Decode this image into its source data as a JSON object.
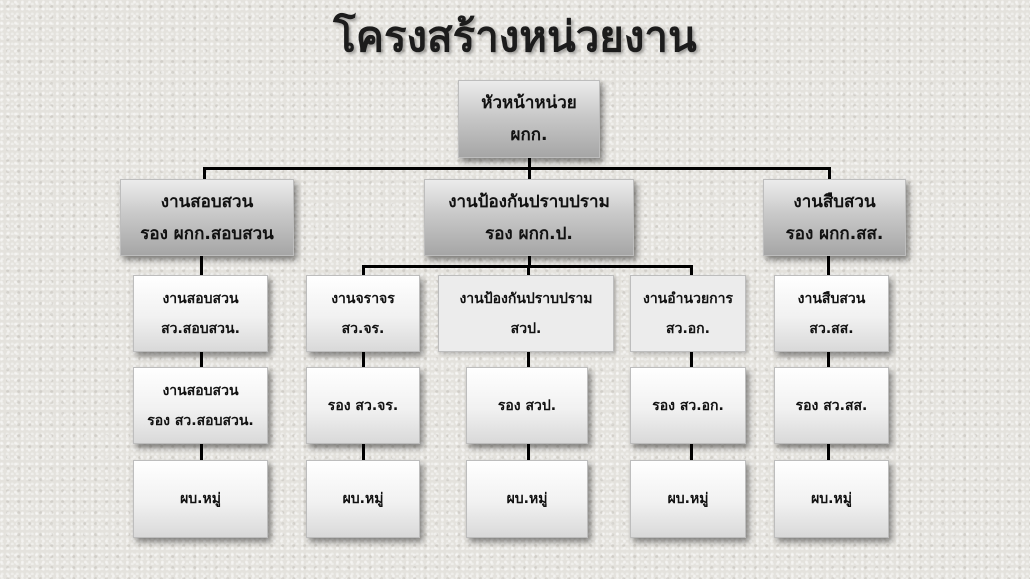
{
  "title": "โครงสร้างหน่วยงาน",
  "top": {
    "line1": "หัวหน้าหน่วย",
    "line2": "ผกก."
  },
  "branches": [
    {
      "line1": "งานสอบสวน",
      "line2": "รอง ผกก.สอบสวน"
    },
    {
      "line1": "งานป้องกันปราบปราม",
      "line2": "รอง ผกก.ป."
    },
    {
      "line1": "งานสืบสวน",
      "line2": "รอง ผกก.สส."
    }
  ],
  "units": {
    "investigation": [
      {
        "line1": "งานสอบสวน",
        "line2": "สว.สอบสวน."
      },
      {
        "line1": "งานสอบสวน",
        "line2": "รอง สว.สอบสวน."
      },
      {
        "line1": "ผบ.หมู่"
      }
    ],
    "traffic": [
      {
        "line1": "งานจราจร",
        "line2": "สว.จร."
      },
      {
        "line1": "รอง สว.จร."
      },
      {
        "line1": "ผบ.หมู่"
      }
    ],
    "prevention": [
      {
        "line1": "งานป้องกันปราบปราม",
        "line2": "สวป."
      },
      {
        "line1": "รอง สวป."
      },
      {
        "line1": "ผบ.หมู่"
      }
    ],
    "administration": [
      {
        "line1": "งานอำนวยการ",
        "line2": "สว.อก."
      },
      {
        "line1": "รอง สว.อก."
      },
      {
        "line1": "ผบ.หมู่"
      }
    ],
    "detective": [
      {
        "line1": "งานสืบสวน",
        "line2": "สว.สส."
      },
      {
        "line1": "รอง สว.สส."
      },
      {
        "line1": "ผบ.หมู่"
      }
    ]
  }
}
